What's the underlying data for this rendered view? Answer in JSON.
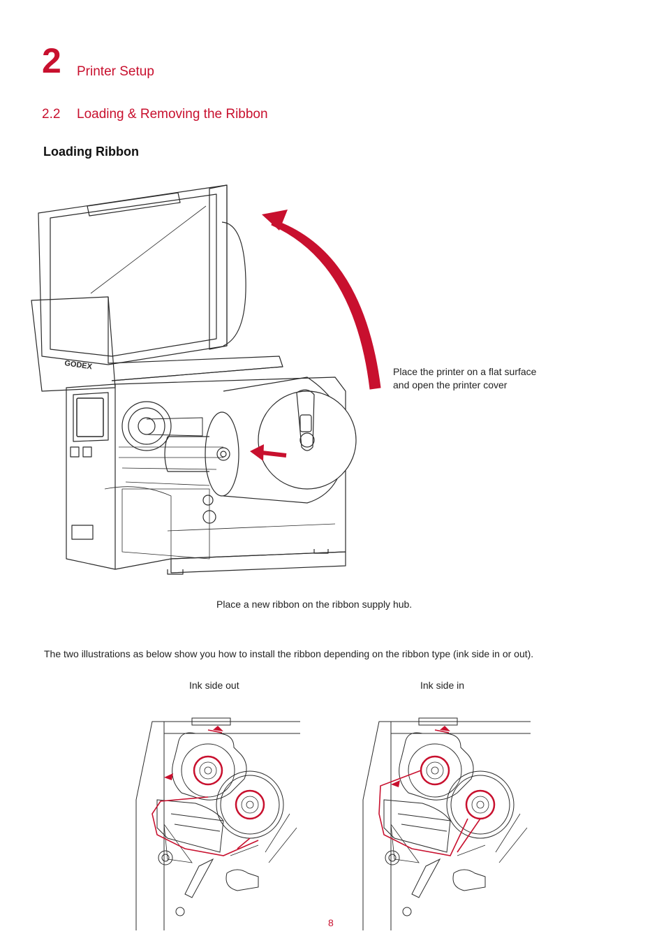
{
  "chapter": {
    "number": "2",
    "title": "Printer Setup"
  },
  "section": {
    "number": "2.2",
    "title": "Loading & Removing the Ribbon"
  },
  "subheading": "Loading Ribbon",
  "main_figure": {
    "callout": [
      "Place the printer on a flat surface",
      "and open the printer cover"
    ],
    "caption": "Place a new ribbon on the ribbon supply hub.",
    "logo_text": "GODEX"
  },
  "intro_paragraph": "The two illustrations as below show you how to install the ribbon depending on the ribbon type (ink side in or out).",
  "diagrams": [
    {
      "label": "Ink side out"
    },
    {
      "label": "Ink side in"
    }
  ],
  "page_number": "8",
  "colors": {
    "accent": "#c8102e",
    "line": "#2a2a2a"
  }
}
